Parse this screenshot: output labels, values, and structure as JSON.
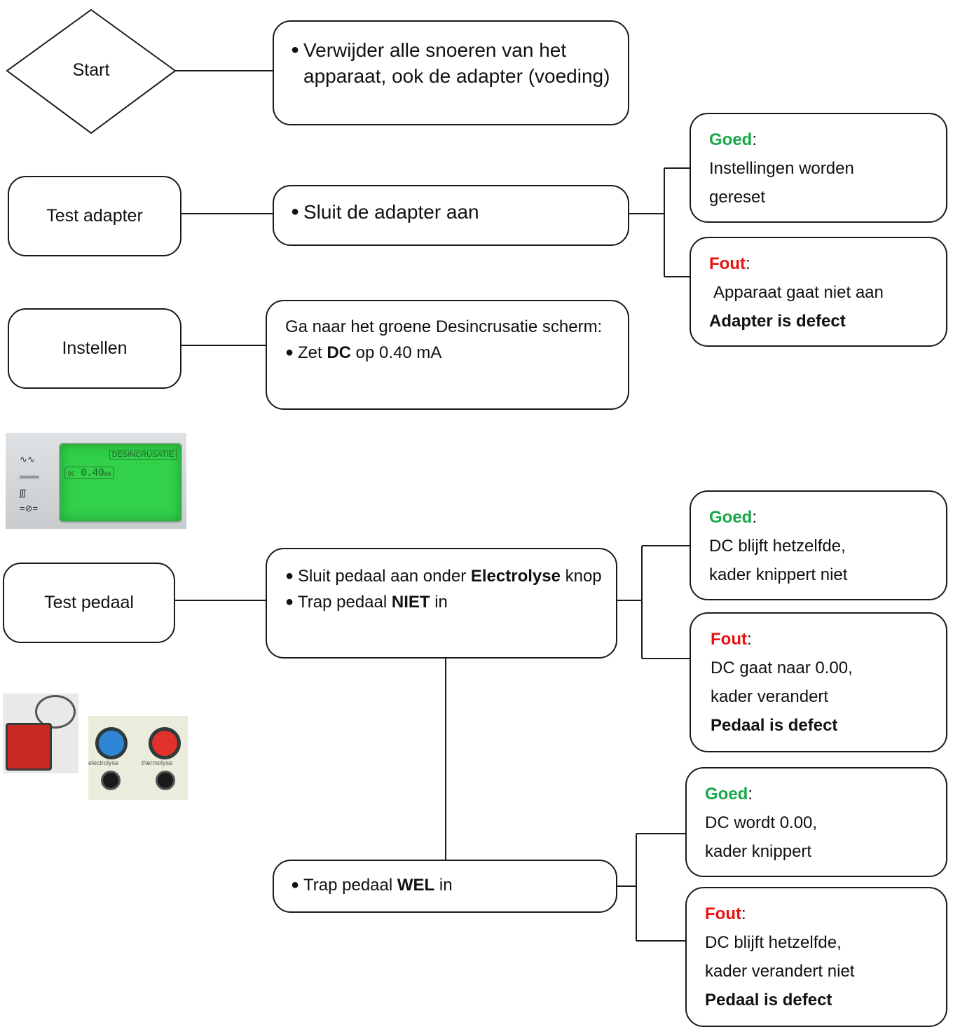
{
  "start": {
    "label": "Start"
  },
  "remove_step": {
    "text": "Verwijder alle snoeren van het apparaat, ook de adapter (voeding)"
  },
  "test_adapter": {
    "label": "Test adapter",
    "step": "Sluit de adapter aan",
    "good": {
      "tag": "Goed",
      "line1": "Instellingen worden",
      "line2": "gereset"
    },
    "bad": {
      "tag": "Fout",
      "line1": "Apparaat gaat niet aan",
      "line2": "Adapter is defect"
    }
  },
  "instellen": {
    "label": "Instellen",
    "intro": "Ga naar het groene Desincrusatie scherm:",
    "bullet_pre": "Zet ",
    "bullet_bold": "DC",
    "bullet_post": " op 0.40 mA"
  },
  "lcd_photo": {
    "title": "DESINCRUSATIE",
    "value": "0.40",
    "unit": "mA",
    "prefix": "DC"
  },
  "test_pedaal": {
    "label": "Test pedaal",
    "step1_pre": "Sluit pedaal aan onder ",
    "step1_bold": "Electrolyse",
    "step1_post": " knop",
    "step2_pre": "Trap pedaal ",
    "step2_bold": "NIET",
    "step2_post": " in",
    "good": {
      "tag": "Goed",
      "line1": "DC blijft hetzelfde,",
      "line2": "kader knippert niet"
    },
    "bad": {
      "tag": "Fout",
      "line1": "DC gaat naar 0.00,",
      "line2": "kader verandert",
      "line3": "Pedaal is defect"
    }
  },
  "panel_photo": {
    "left_label": "electrolyse",
    "right_label": "thermolyse"
  },
  "press_step": {
    "pre": "Trap pedaal ",
    "bold": "WEL",
    "post": " in",
    "good": {
      "tag": "Goed",
      "line1": "DC wordt 0.00,",
      "line2": "kader knippert"
    },
    "bad": {
      "tag": "Fout",
      "line1": "DC blijft hetzelfde,",
      "line2": "kader verandert niet",
      "line3": "Pedaal is defect"
    }
  },
  "colors": {
    "good": "#19a84a",
    "bad": "#e8110f",
    "lcd": "#32d14a"
  }
}
